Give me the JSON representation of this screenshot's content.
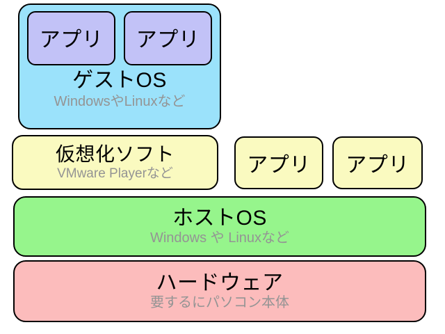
{
  "diagram": {
    "type": "virtualization-architecture-stack",
    "colors": {
      "guest_os_fill": "#9be2fb",
      "guest_app_fill": "#c2c2f7",
      "app_fill": "#fafac0",
      "virtualization_fill": "#fafac0",
      "host_os_fill": "#96f58c",
      "hardware_fill": "#fcbcbc",
      "outline": "#000000",
      "title_text": "#000000",
      "subtitle_text": "#949494",
      "background": "#ffffff"
    },
    "guest_os": {
      "title": "ゲストOS",
      "subtitle": "WindowsやLinuxなど",
      "apps": [
        {
          "label": "アプリ"
        },
        {
          "label": "アプリ"
        }
      ]
    },
    "virtualization": {
      "title": "仮想化ソフト",
      "subtitle": "VMware Playerなど"
    },
    "host_apps": [
      {
        "label": "アプリ"
      },
      {
        "label": "アプリ"
      }
    ],
    "host_os": {
      "title": "ホストOS",
      "subtitle": "Windows や Linuxなど"
    },
    "hardware": {
      "title": "ハードウェア",
      "subtitle": "要するにパソコン本体"
    }
  }
}
